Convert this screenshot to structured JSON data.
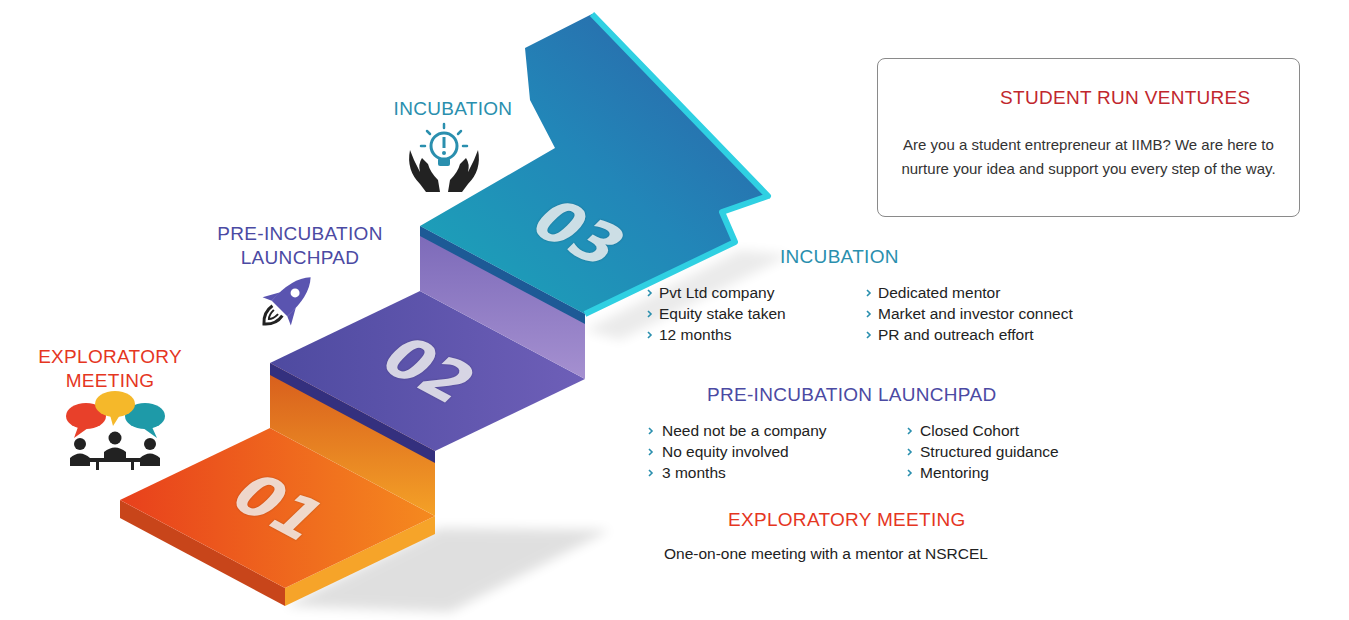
{
  "diagram": {
    "nodes": [
      {
        "text": [
          "01"
        ]
      },
      {
        "text": [
          "02"
        ]
      },
      {
        "text": [
          "03"
        ]
      },
      {
        "text": [
          "STUDENT RUN VENTURES",
          "Are you a student entrepreneur at IIMB? We are here to nurture your idea and support you every step of the way."
        ]
      }
    ],
    "labels": [
      "EXPLORATORY MEETING",
      "PRE-INCUBATION LAUNCHPAD",
      "INCUBATION",
      "INCUBATION",
      "Pvt Ltd company",
      "Equity stake taken",
      "12 months",
      "Dedicated mentor",
      "Market and investor connect",
      "PR and outreach effort",
      "PRE-INCUBATION LAUNCHPAD",
      "Need not be a company",
      "No equity involved",
      "3 months",
      "Closed Cohort",
      "Structured guidance",
      "Mentoring",
      "EXPLORATORY MEETING",
      "One-on-one meeting with a mentor at NSRCEL"
    ]
  }
}
